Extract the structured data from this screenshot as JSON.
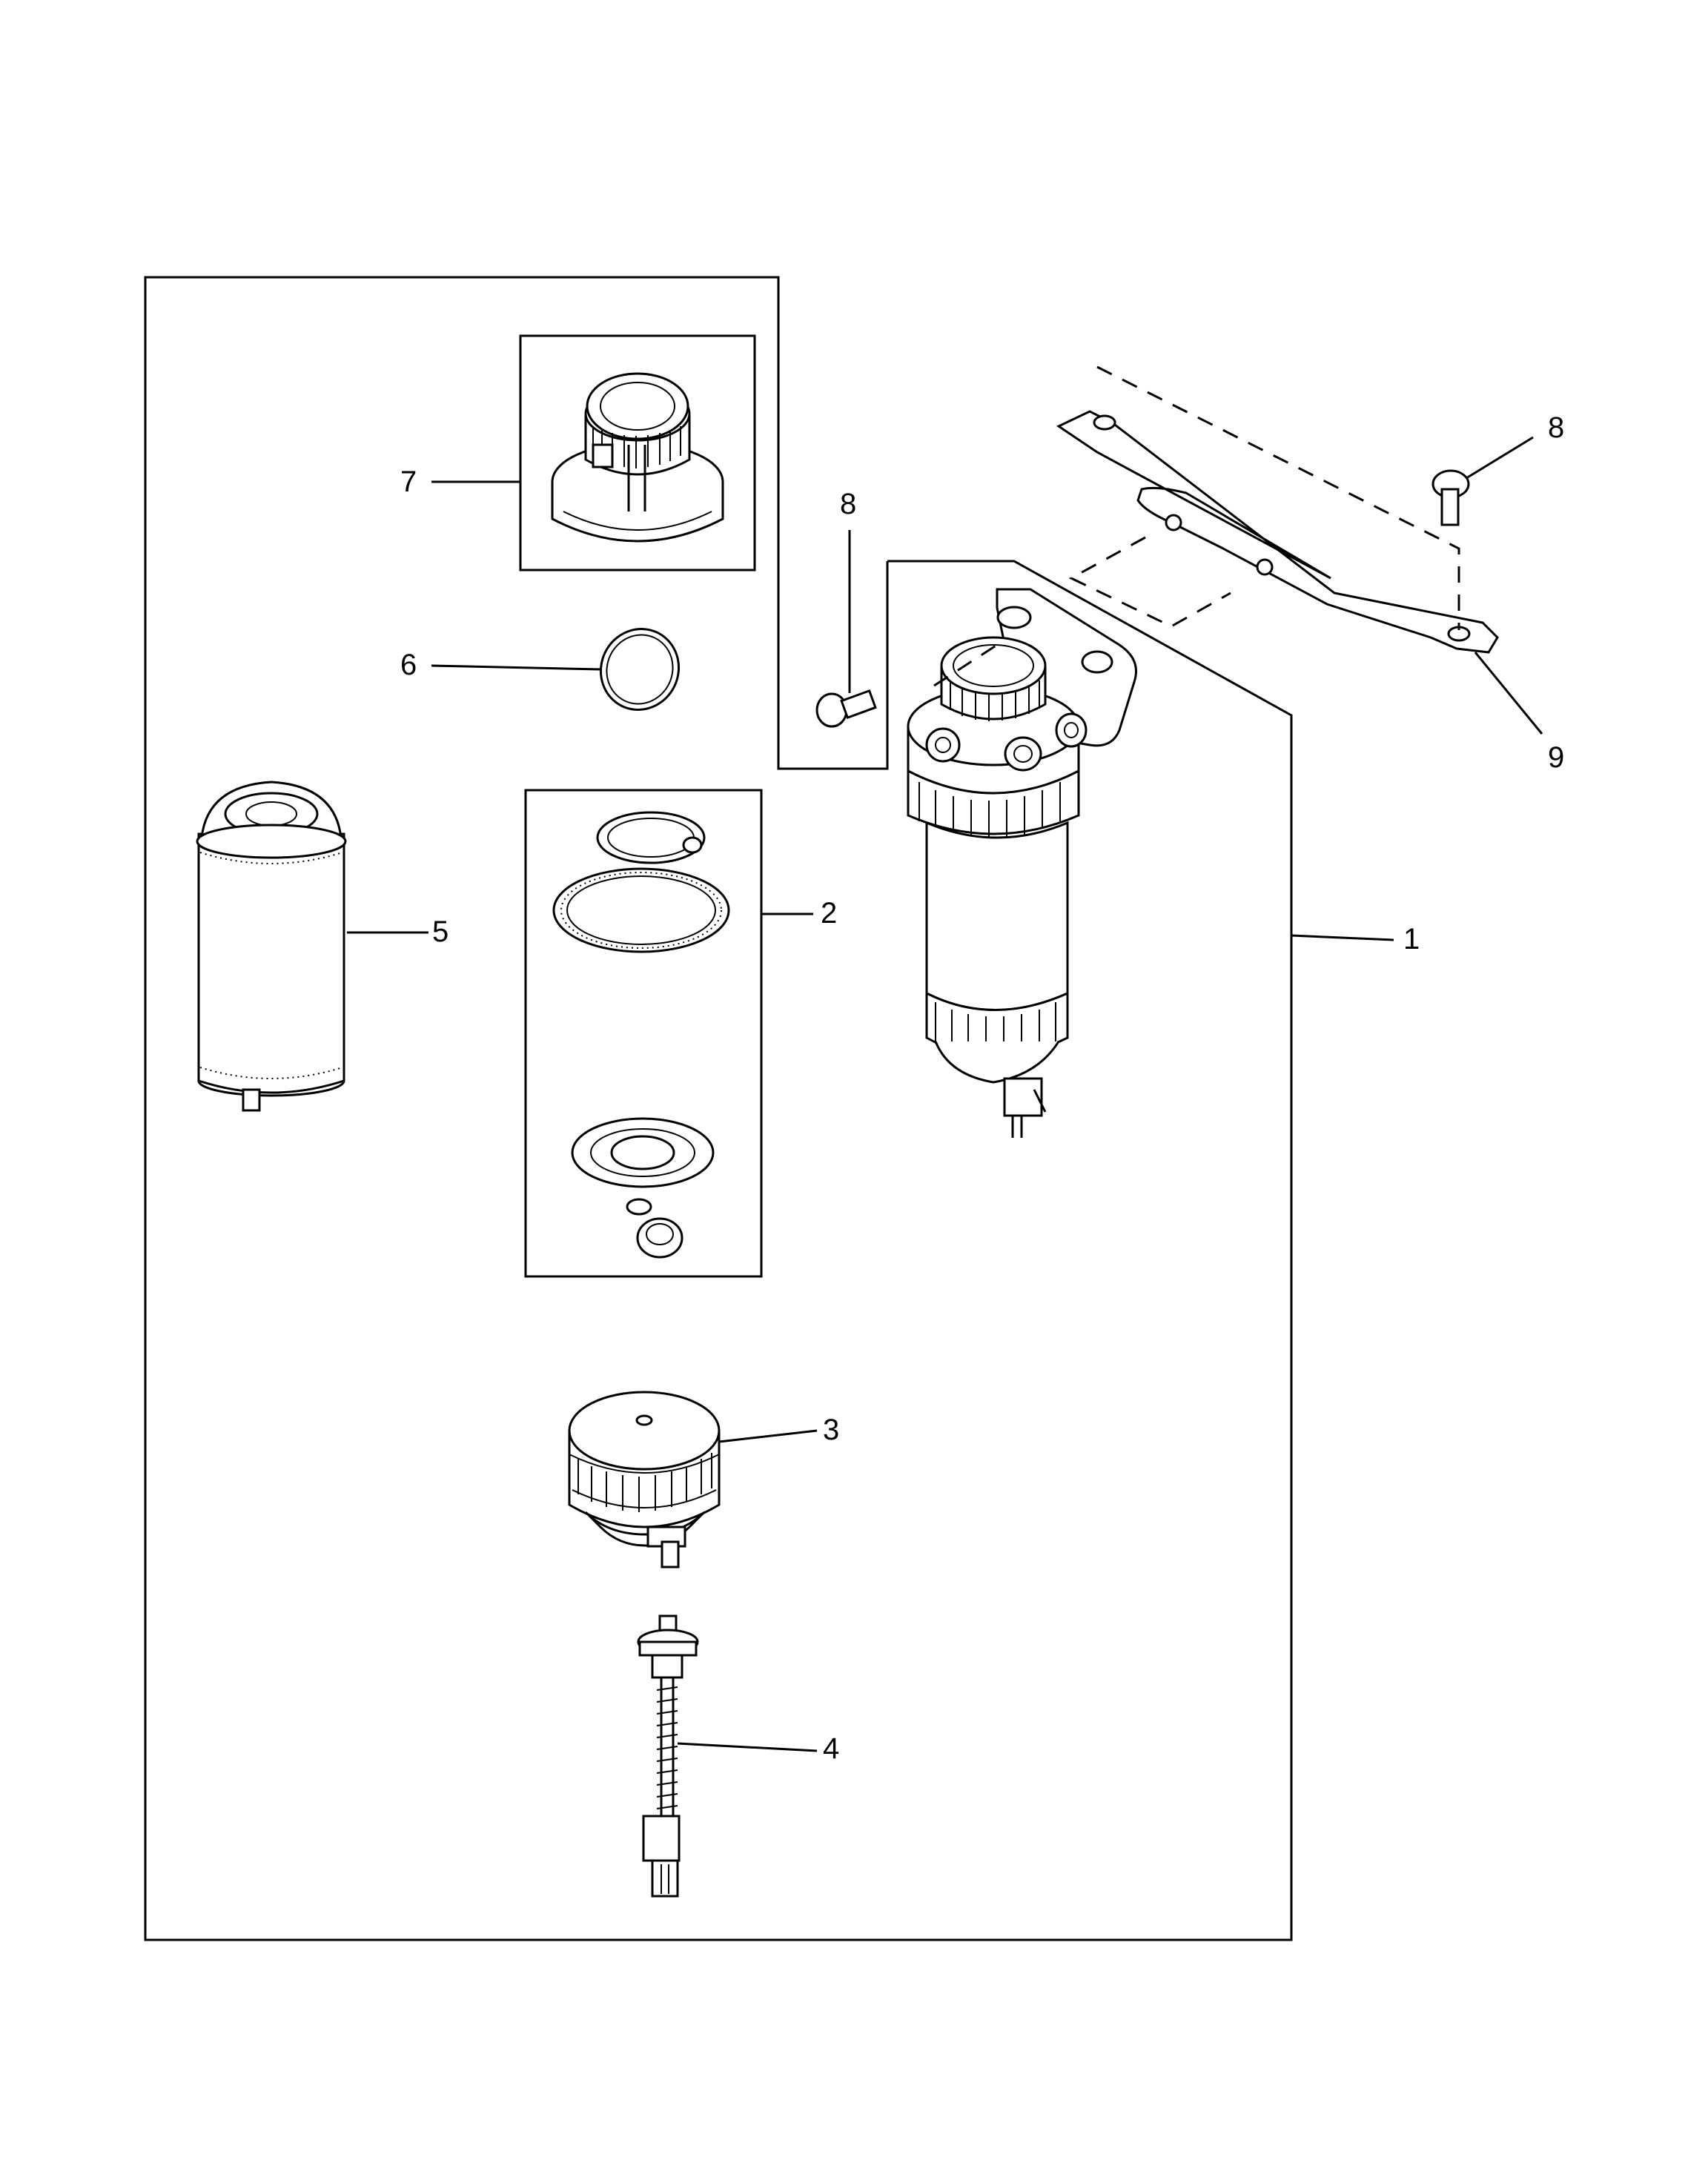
{
  "callouts": {
    "c1": "1",
    "c2": "2",
    "c3": "3",
    "c4": "4",
    "c5": "5",
    "c6": "6",
    "c7": "7",
    "c8a": "8",
    "c8b": "8",
    "c9": "9"
  },
  "colors": {
    "line": "#000000",
    "background": "#ffffff"
  }
}
